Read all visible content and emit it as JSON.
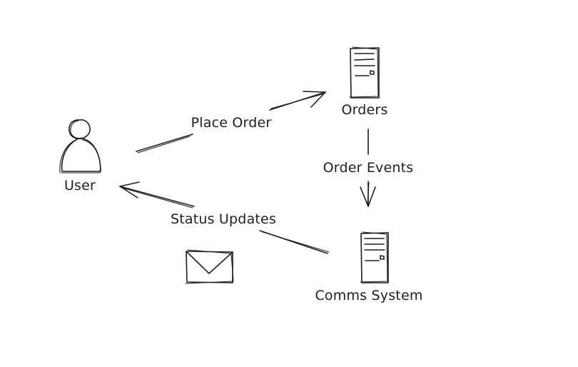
{
  "diagram": {
    "nodes": {
      "user": {
        "label": "User",
        "icon": "person-icon"
      },
      "orders": {
        "label": "Orders",
        "icon": "server-icon"
      },
      "comms": {
        "label": "Comms System",
        "icon": "server-icon"
      }
    },
    "edges": {
      "place_order": {
        "label": "Place Order",
        "from": "User",
        "to": "Orders"
      },
      "order_events": {
        "label": "Order Events",
        "from": "Orders",
        "to": "Comms System"
      },
      "status_updates": {
        "label": "Status Updates",
        "from": "Comms System",
        "to": "User"
      }
    },
    "extras": {
      "envelope": {
        "icon": "envelope-icon"
      }
    },
    "colors": {
      "stroke": "#1e1e1e",
      "background": "#ffffff"
    }
  }
}
